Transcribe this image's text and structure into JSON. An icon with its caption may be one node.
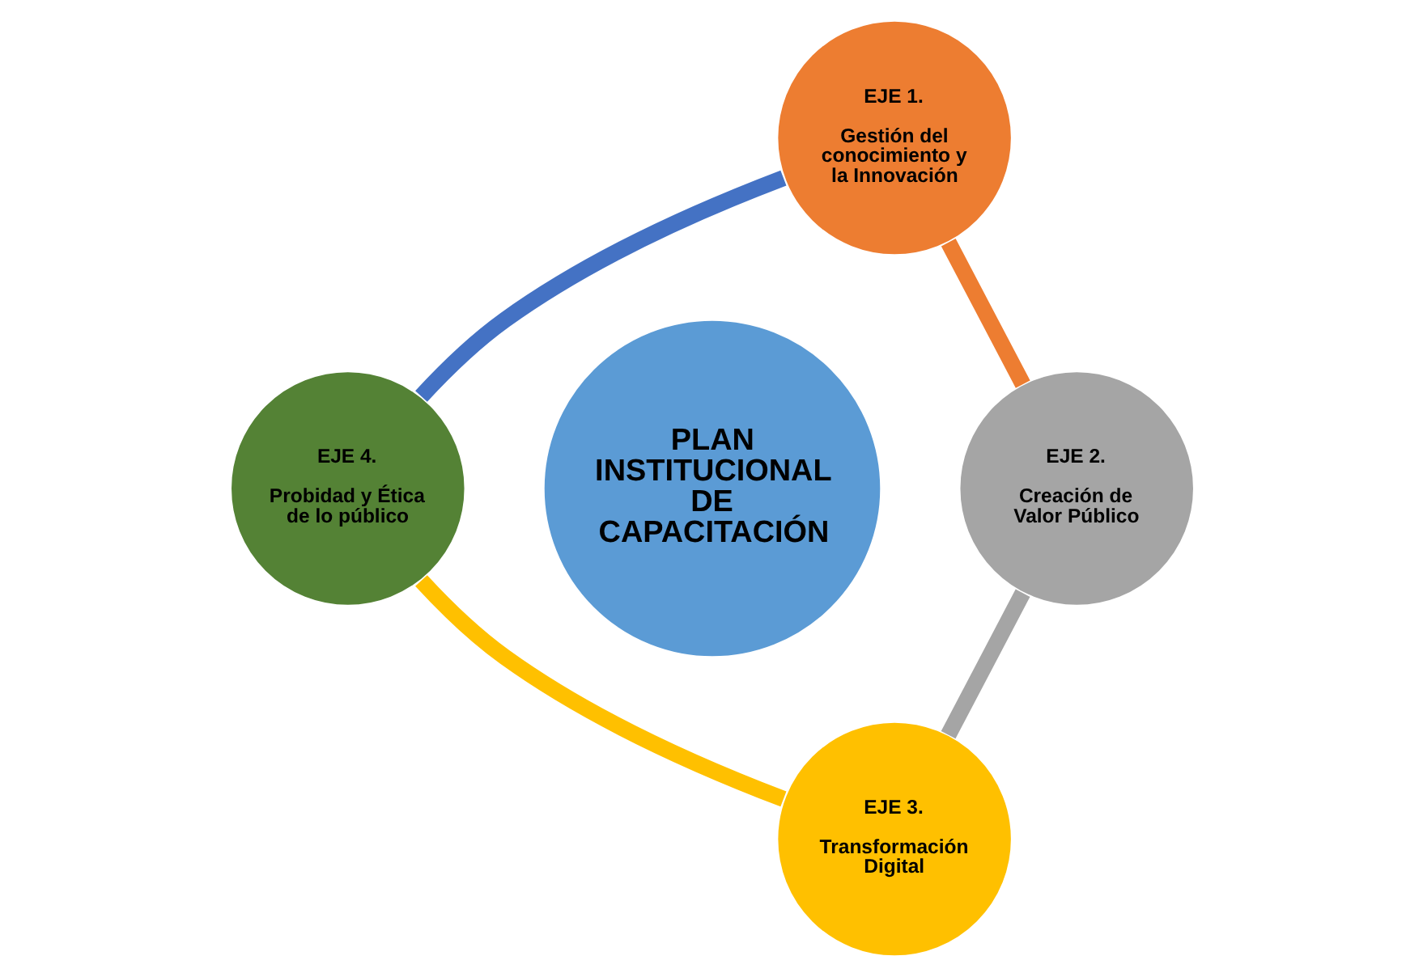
{
  "diagram": {
    "nodes": [
      {
        "text": [
          "EJE 1.",
          "Gestión del conocimiento y la Innovación"
        ]
      },
      {
        "text": [
          "EJE 4.",
          "Probidad y Ética de lo público"
        ]
      },
      {
        "text": [
          "PLAN INSTITUCIONAL DE CAPACITACIÓN"
        ]
      },
      {
        "text": [
          "EJE 2.",
          "Creación de Valor Público"
        ]
      },
      {
        "text": [
          "EJE 3.",
          "Transformación Digital"
        ]
      }
    ],
    "edges": [
      {
        "from": 0,
        "to": 3,
        "arrow": "none",
        "color": "#ed7d31"
      },
      {
        "from": 3,
        "to": 4,
        "arrow": "none",
        "color": "#a5a5a5"
      },
      {
        "from": 4,
        "to": 1,
        "arrow": "none",
        "color": "#ffc000"
      },
      {
        "from": 1,
        "to": 0,
        "arrow": "none",
        "color": "#4472c4"
      }
    ]
  }
}
